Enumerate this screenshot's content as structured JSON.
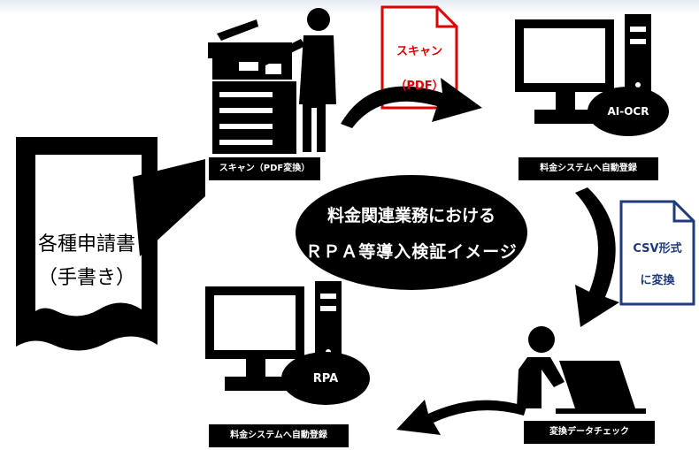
{
  "colors": {
    "scan_doc": "#e00000",
    "csv_doc": "#1f3b7a",
    "primary": "#000000",
    "background": "#ffffff"
  },
  "center": {
    "line1": "料金関連業務における",
    "line2": "ＲＰＡ等導入検証イメージ"
  },
  "application_form": {
    "line1": "各種申請書",
    "line2": "（手書き）"
  },
  "scan_station": {
    "label": "スキャン（PDF変換）",
    "icons": [
      "copier-icon",
      "person-icon"
    ]
  },
  "scan_file": {
    "line1": "スキャン",
    "line2": "（PDF）",
    "icon": "document-icon"
  },
  "ai_ocr": {
    "badge": "AI-OCR",
    "label": "料金システムへ自動登録",
    "icon": "computer-icon"
  },
  "csv_file": {
    "line1": "CSV形式",
    "line2": "に変換",
    "icon": "document-icon"
  },
  "check_station": {
    "label": "変換データチェック",
    "icon": "person-laptop-icon"
  },
  "rpa": {
    "badge": "RPA",
    "label": "料金システムへ自動登録",
    "icon": "computer-icon"
  }
}
